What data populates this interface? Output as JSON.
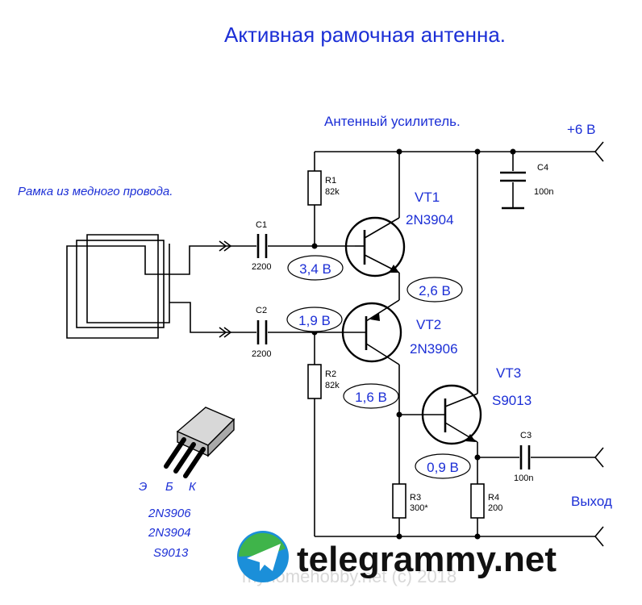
{
  "title": "Активная рамочная антенна.",
  "amplifier_label": "Антенный усилитель.",
  "supply_label": "+6 В",
  "loop_label": "Рамка из медного провода.",
  "output_label": "Выход",
  "components": {
    "r1": {
      "ref": "R1",
      "value": "82k"
    },
    "r2": {
      "ref": "R2",
      "value": "82k"
    },
    "r3": {
      "ref": "R3",
      "value": "300*"
    },
    "r4": {
      "ref": "R4",
      "value": "200"
    },
    "c1": {
      "ref": "C1",
      "value": "2200"
    },
    "c2": {
      "ref": "C2",
      "value": "2200"
    },
    "c3": {
      "ref": "C3",
      "value": "100n"
    },
    "c4": {
      "ref": "C4",
      "value": "100n"
    },
    "vt1": {
      "ref": "VT1",
      "type": "2N3904"
    },
    "vt2": {
      "ref": "VT2",
      "type": "2N3906"
    },
    "vt3": {
      "ref": "VT3",
      "type": "S9013"
    }
  },
  "voltages": {
    "v1": "3,4 В",
    "v2": "2,6 В",
    "v3": "1,9 В",
    "v4": "1,6 В",
    "v5": "0,9 В"
  },
  "pinout": {
    "pins": [
      "Э",
      "Б",
      "К"
    ],
    "types": [
      "2N3906",
      "2N3904",
      "S9013"
    ]
  },
  "watermark": {
    "brand": "telegrammy.net",
    "faint": "mynomehobby.net   (c) 2018"
  },
  "colors": {
    "label_blue": "#1c2fd6",
    "logo_green": "#3fb44a",
    "logo_blue": "#1b8fd9"
  }
}
